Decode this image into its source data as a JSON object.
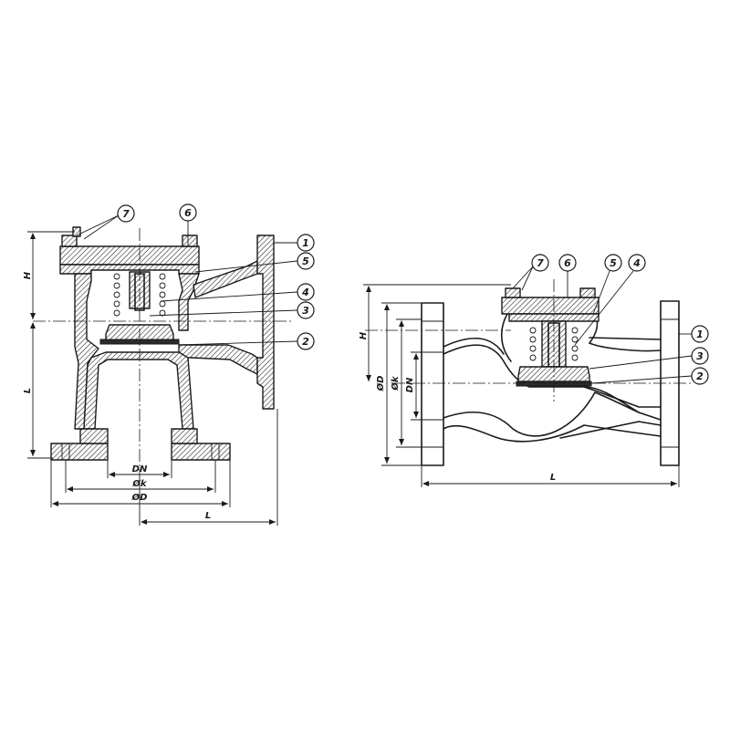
{
  "callouts": {
    "one": "1",
    "two": "2",
    "three": "3",
    "four": "4",
    "five": "5",
    "six": "6",
    "seven": "7"
  },
  "dimensions": {
    "height": "H",
    "length": "L",
    "nominal": "DN",
    "bolt_circle": "Øk",
    "flange_dia": "ØD"
  }
}
